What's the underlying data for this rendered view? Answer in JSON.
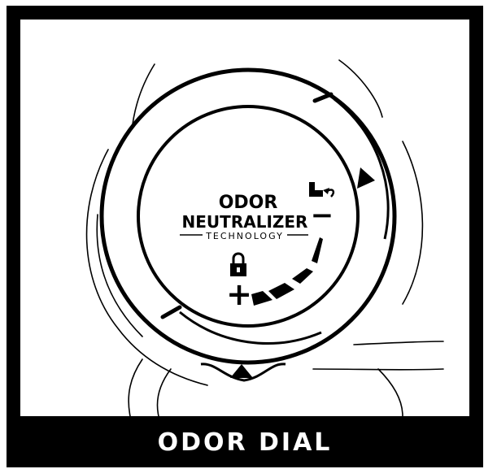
{
  "dial": {
    "line1": "ODOR",
    "line2": "NEUTRALIZER",
    "line3": "TECHNOLOGY",
    "minus_symbol": "−",
    "plus_symbol": "+"
  },
  "caption": "ODOR DIAL",
  "icons": {
    "lock": "lock-icon",
    "boot": "boot-icon",
    "arrow_right": "arrow-right-icon",
    "arrow_up": "arrow-up-icon"
  },
  "colors": {
    "ink": "#000000",
    "paper": "#ffffff"
  }
}
